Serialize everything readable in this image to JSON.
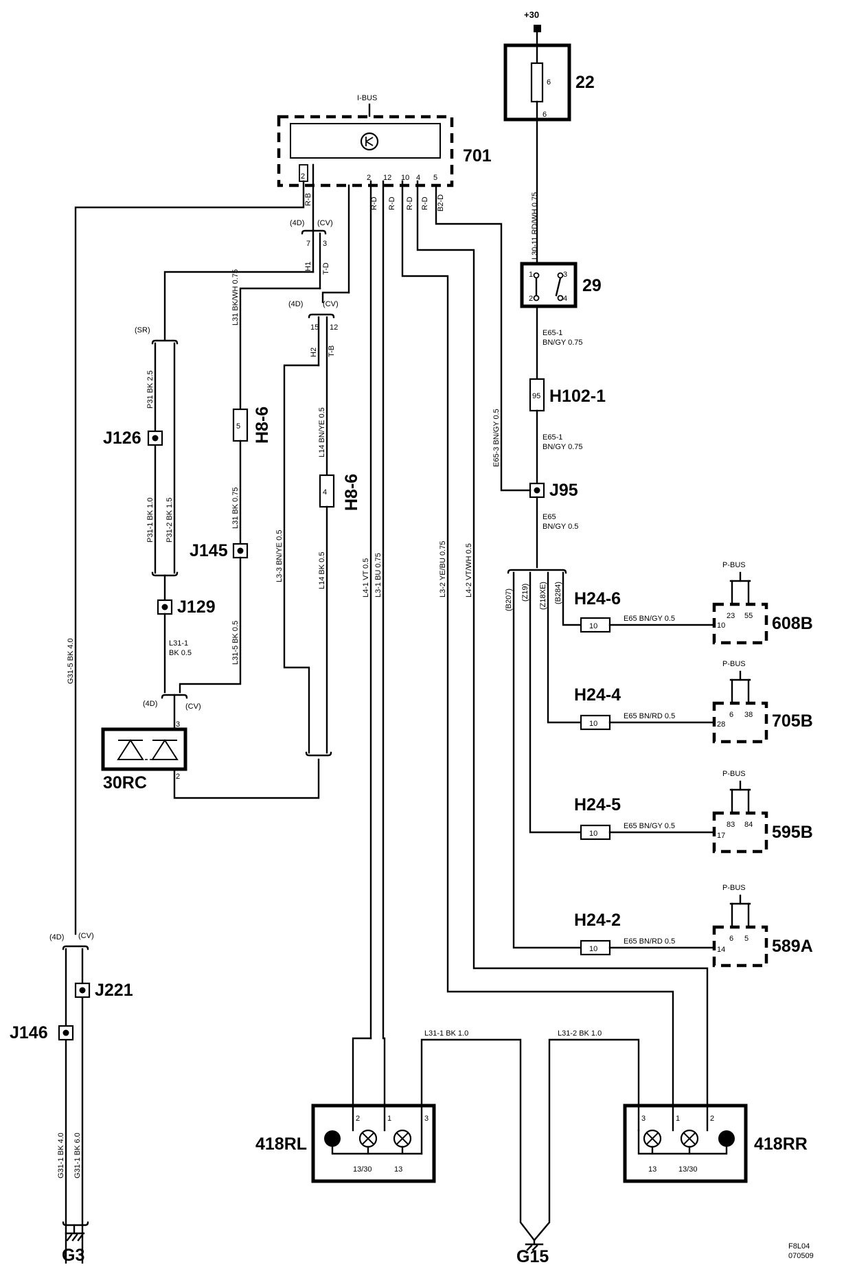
{
  "supply": "+30",
  "components": {
    "c701": "701",
    "c22": "22",
    "c29": "29",
    "h102": "H102-1",
    "j95": "J95",
    "j126": "J126",
    "j129": "J129",
    "j145": "J145",
    "h86a": "H8-6",
    "h86b": "H8-6",
    "c30rc": "30RC",
    "j221": "J221",
    "j146": "J146",
    "g3": "G3",
    "g15": "G15",
    "c418rl": "418RL",
    "c418rr": "418RR",
    "h246": "H24-6",
    "h244": "H24-4",
    "h245": "H24-5",
    "h242": "H24-2",
    "c608b": "608B",
    "c705b": "705B",
    "c595b": "595B",
    "c589a": "589A"
  },
  "bus": {
    "ibus": "I-BUS",
    "pbus1": "P-BUS",
    "pbus2": "P-BUS",
    "pbus3": "P-BUS",
    "pbus4": "P-BUS"
  },
  "variants": {
    "sr": "(SR)",
    "d4_a": "(4D)",
    "cv_a": "(CV)",
    "d4_b": "(4D)",
    "cv_b": "(CV)",
    "d4_c": "(4D)",
    "cv_c": "(CV)",
    "d4_d": "(4D)",
    "cv_d": "(CV)"
  },
  "pins": {
    "f6a": "6",
    "f6b": "6",
    "p701_2a": "2",
    "p701_2b": "2",
    "p701_12": "12",
    "p701_10": "10",
    "p701_4": "4",
    "p701_5": "5",
    "r1": "1",
    "r2": "2",
    "r3": "3",
    "r4": "4",
    "h102": "95",
    "h86a": "5",
    "h86b": "4",
    "c7": "7",
    "c3": "3",
    "c15": "15",
    "c12": "12",
    "rc3": "3",
    "rc2": "2",
    "rl2": "2",
    "rl1": "1",
    "rl3": "3",
    "rr3": "3",
    "rr1": "1",
    "rr2": "2",
    "h24": "10",
    "m608_10": "10",
    "m608_23": "23",
    "m608_55": "55",
    "m705_28": "28",
    "m705_6": "6",
    "m705_38": "38",
    "m595_17": "17",
    "m595_83": "83",
    "m595_84": "84",
    "m589_14": "14",
    "m589_6": "6",
    "m589_5": "5"
  },
  "lamp_labels": {
    "rl_1330": "13/30",
    "rl_13": "13",
    "rr_13": "13",
    "rr_1330": "13/30"
  },
  "wires": {
    "l3011": "L30-11  RD/WH  0.75",
    "e651a": "E65-1",
    "e651a2": "BN/GY  0.75",
    "e651b": "E65-1",
    "e651b2": "BN/GY  0.75",
    "e653": "E65-3  BN/GY  0.5",
    "e65": "E65",
    "e65b": "BN/GY 0.5",
    "rb": "R-B",
    "rd1": "R-D",
    "rd2": "R-D",
    "rd3": "R-D",
    "rd4": "R-D",
    "b2d": "B2-D",
    "h1": "H1",
    "td": "T-D",
    "h2": "H2",
    "tb": "T-B",
    "l31a": "L31  BK/WH  0.75",
    "l31b": "L31  BK  0.75",
    "l315": "L31-5  BK  0.5",
    "l311a": "L31-1",
    "l311b": "BK  0.5",
    "p31": "P31  BK  2.5",
    "p311": "P31-1  BK  1.0",
    "p312": "P31-2  BK  1.5",
    "l14a": "L14  BN/YE  0.5",
    "l14b": "L14  BK  0.5",
    "l33": "L3-3  BN/YE  0.5",
    "l41": "L4-1  VT  0.5",
    "l31w": "L3-1  BU  0.75",
    "l32": "L3-2  YE/BU  0.75",
    "l42": "L4-2  VT/WH  0.5",
    "g315": "G31-5  BK  4.0",
    "g311a": "G31-1  BK  4.0",
    "g311b": "G31-1  BK  6.0",
    "b207": "(B207)",
    "z19": "(Z19)",
    "z18xe": "(Z18XE)",
    "b284": "(B284)",
    "h24_6w": "E65  BN/GY  0.5",
    "h24_4w": "E65  BN/RD  0.5",
    "h24_5w": "E65  BN/GY  0.5",
    "h24_2w": "E65  BN/RD  0.5",
    "l311g": "L31-1  BK  1.0",
    "l312g": "L31-2  BK  1.0"
  },
  "footer": {
    "code1": "F8L04",
    "code2": "070509"
  }
}
